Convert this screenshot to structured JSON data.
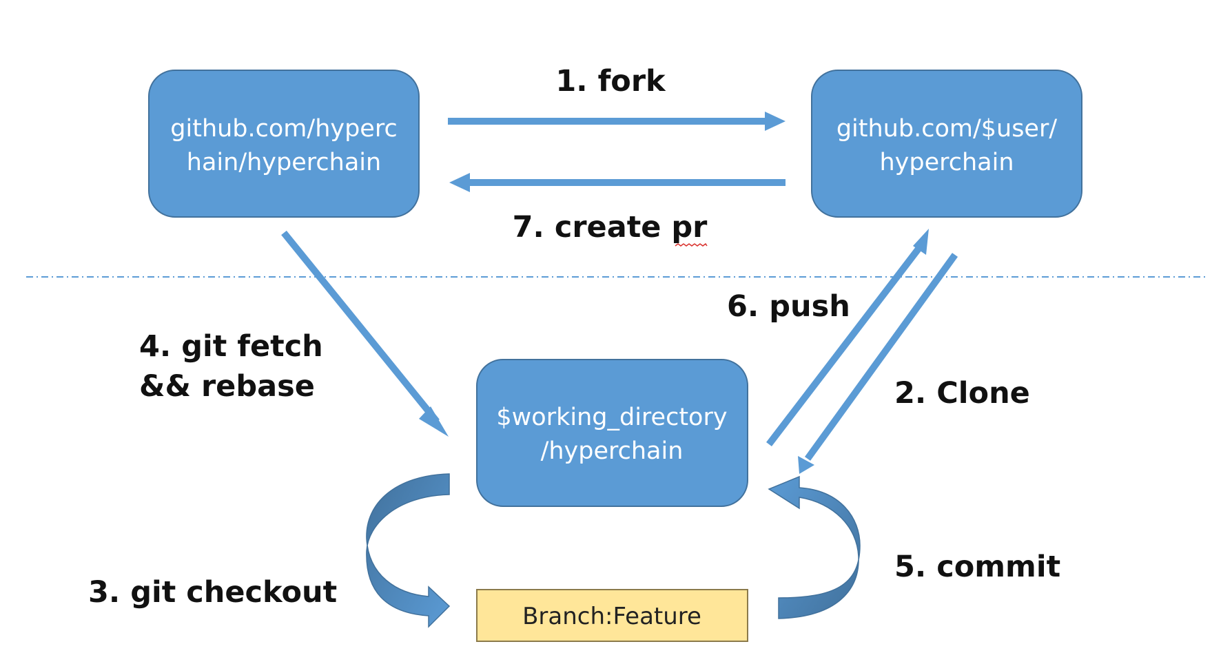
{
  "boxes": {
    "upstream": {
      "line1": "github.com/hyperc",
      "line2": "hain/hyperchain"
    },
    "fork": {
      "line1": "github.com/$user/",
      "line2": "hyperchain"
    },
    "local": {
      "line1": "$working_directory",
      "line2": "/hyperchain"
    },
    "branch": {
      "label": "Branch:Feature"
    }
  },
  "steps": {
    "fork": "1. fork",
    "clone": "2. Clone",
    "checkout": "3. git checkout",
    "fetch_line1": "4. git fetch",
    "fetch_line2": "&& rebase",
    "commit": "5. commit",
    "push": "6. push",
    "create_pr": "7. create pr"
  },
  "colors": {
    "box_fill": "#5b9bd5",
    "box_stroke": "#41719c",
    "arrow": "#5b9bd5",
    "curved_arrow_dark": "#41719c",
    "branch_fill": "#ffe699",
    "branch_stroke": "#8b7a4a",
    "divider": "#5b9bd5"
  }
}
